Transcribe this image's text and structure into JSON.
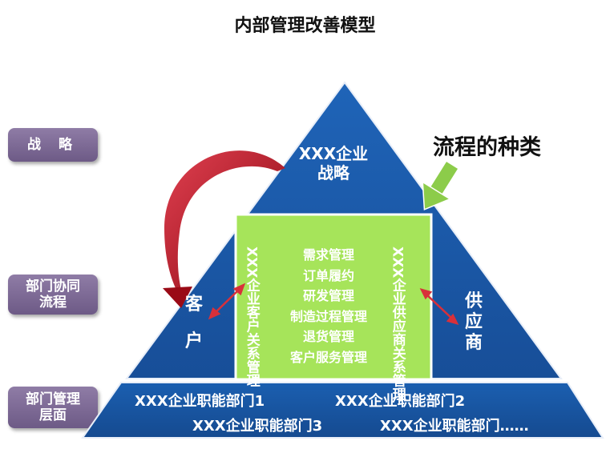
{
  "title": "内部管理改善模型",
  "side_labels": {
    "strategy": "战 略",
    "collab": "部门协同\n流程",
    "mgmt": "部门管理\n层面"
  },
  "strategy_text": "XXX企业\n战略",
  "process_kinds": "流程的种类",
  "customer": {
    "label": "客户",
    "relation_lines": [
      "XXX企业",
      "客户关系管理"
    ]
  },
  "supplier": {
    "label": "供应商",
    "relation_lines": [
      "XXX企业",
      "供应商关系管理"
    ]
  },
  "processes": [
    "需求管理",
    "订单履约",
    "研发管理",
    "制造过程管理",
    "退货管理",
    "客户服务管理"
  ],
  "departments": [
    "XXX企业职能部门1",
    "XXX企业职能部门2",
    "XXX企业职能部门3",
    "XXX企业职能部门……"
  ],
  "colors": {
    "pyramid": "#1a5aa8",
    "center_box": "#a6e45a",
    "side_label": "#7c6896",
    "curved_arrow": "#b0101c",
    "green_arrow": "#8ccc4a",
    "double_arrow": "#d8303a"
  }
}
